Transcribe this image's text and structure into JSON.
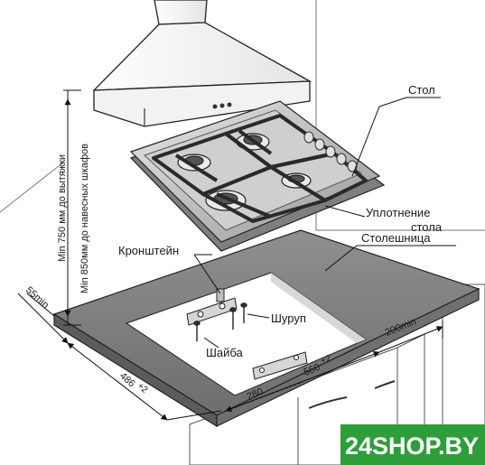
{
  "diagram": {
    "labels": {
      "table": "Стол",
      "seal_line1": "Уплотнение",
      "seal_line2": "стола",
      "countertop": "Столешница",
      "bracket": "Кронштейн",
      "screw": "Шуруп",
      "washer": "Шайба"
    },
    "dimensions": {
      "depth_min": "55min",
      "cutout_depth": "486",
      "cutout_depth_tol": "+2",
      "half_width": "280",
      "cutout_width": "560",
      "cutout_width_tol": "+2",
      "side_min": "200min"
    },
    "vertical_note": {
      "line1": "Min 750 мм до вытяжки",
      "line2": "Min 850мм до навесных шкафов"
    },
    "brand": {
      "text": "24SHOP.BY",
      "bg_color": "#2e9e3a"
    }
  }
}
